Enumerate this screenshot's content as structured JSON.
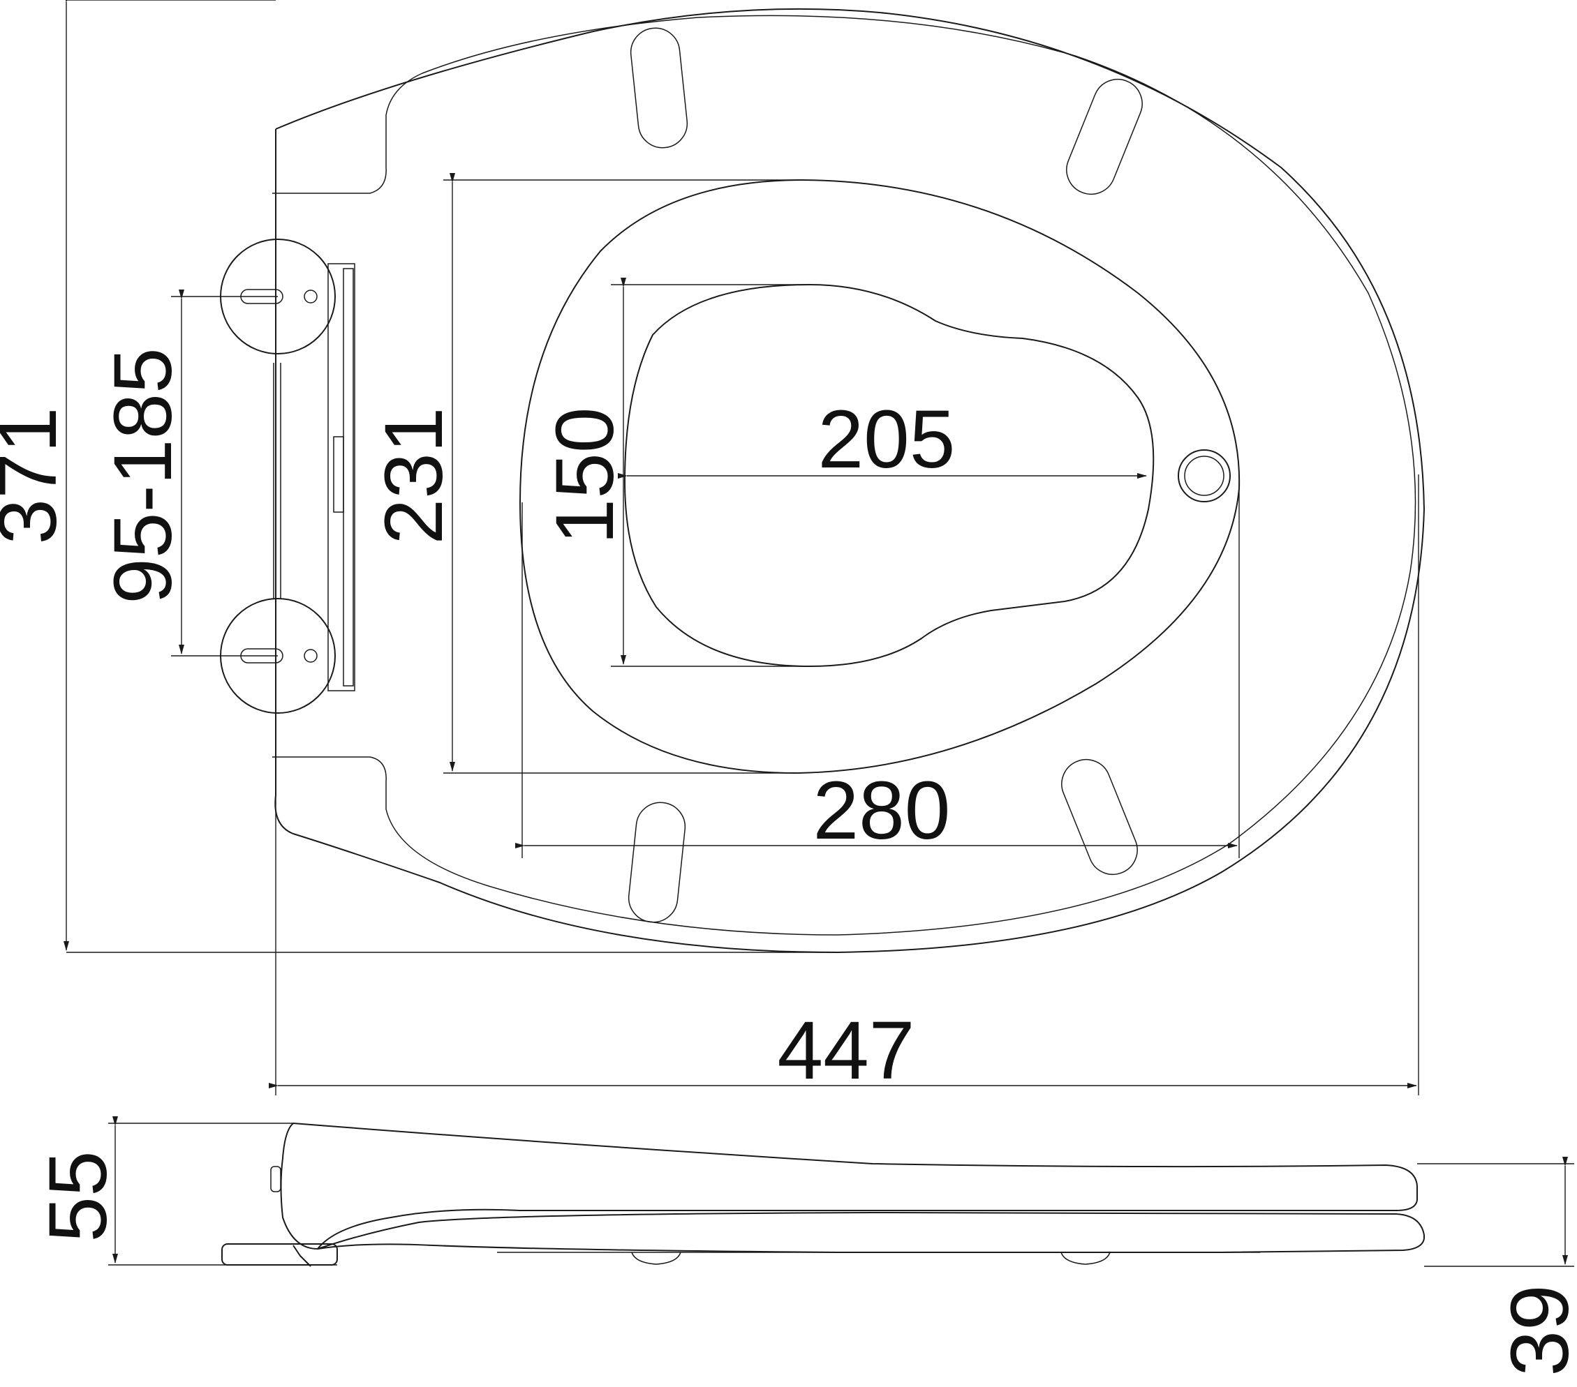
{
  "dimensions": {
    "overall_length": "371",
    "hinge_spacing": "95-185",
    "inner_length": "231",
    "opening_length": "150",
    "opening_width": "205",
    "inner_width": "280",
    "overall_width": "447",
    "height_open": "55",
    "height_closed": "39"
  },
  "colors": {
    "line": "#1a1a1a",
    "background": "#ffffff"
  }
}
